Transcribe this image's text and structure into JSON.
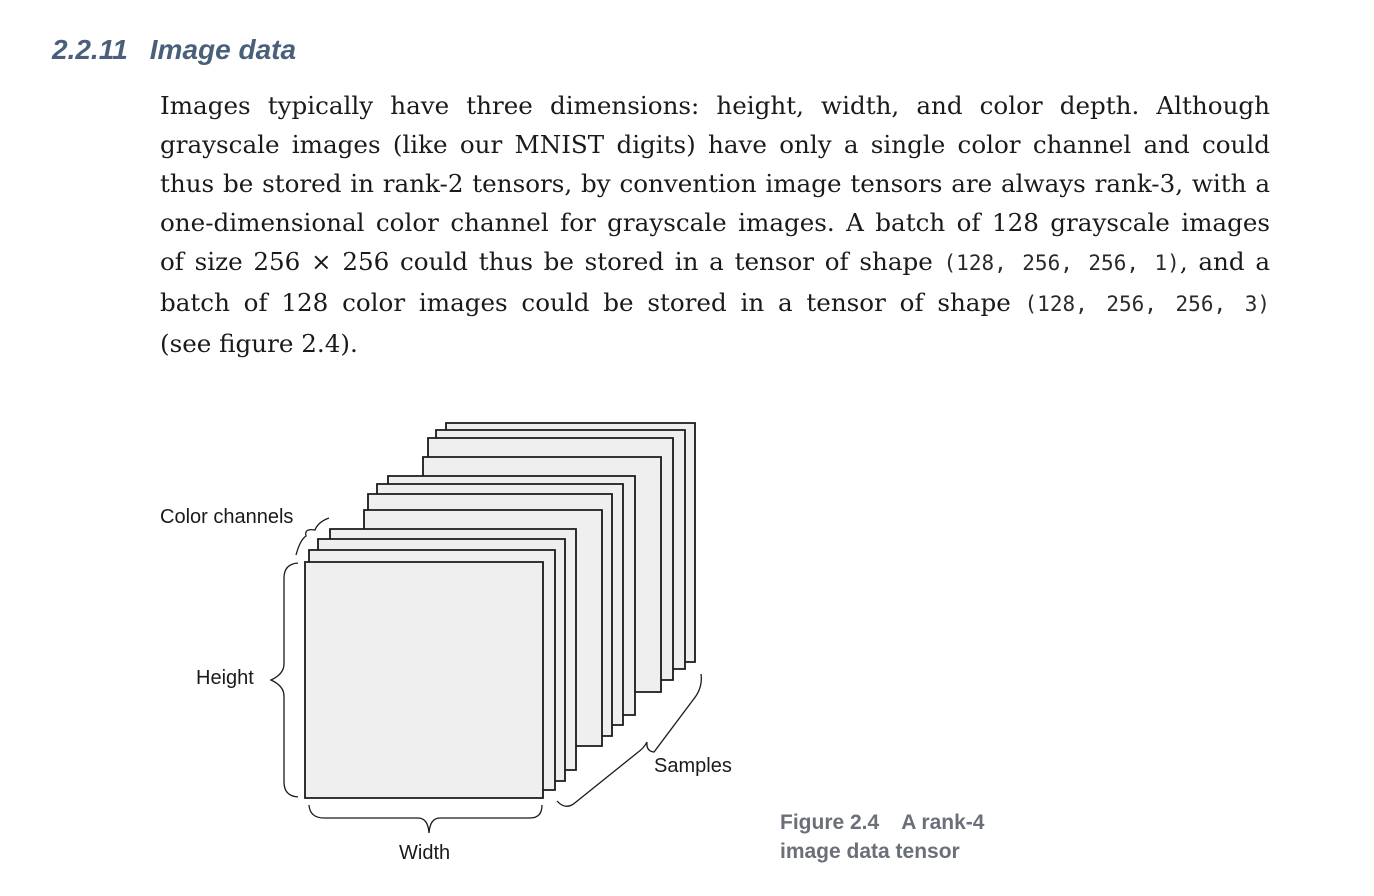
{
  "section": {
    "number": "2.2.11",
    "title": "Image data"
  },
  "paragraph": {
    "l1": "Images typically have three dimensions: height, width, and color depth. Although",
    "l2": "grayscale images (like our MNIST digits) have only a single color channel and could",
    "l3": "thus be stored in rank-2 tensors, by convention image tensors are always rank-3, with a",
    "l4": "one-dimensional color channel for grayscale images. A batch of 128 grayscale images",
    "l5_before": "of size 256 × 256 could thus be stored in a tensor of shape ",
    "l5_code": "(128, 256, 256, 1)",
    "l5_after": ", and a",
    "l6_before": "batch of 128 color images could be stored in a tensor of shape ",
    "l6_code": "(128, 256, 256, 3)",
    "l7": "(see figure 2.4)."
  },
  "figure": {
    "labels": {
      "color_channels": "Color channels",
      "height": "Height",
      "samples": "Samples",
      "width": "Width"
    },
    "caption": {
      "number": "Figure 2.4",
      "text_line1": "A rank-4",
      "text_line2": "image data tensor"
    },
    "colors": {
      "face_fill": "#eeefee",
      "stroke": "#1a1a1a",
      "heading": "#4a5f79",
      "caption": "#6b6f78"
    }
  }
}
